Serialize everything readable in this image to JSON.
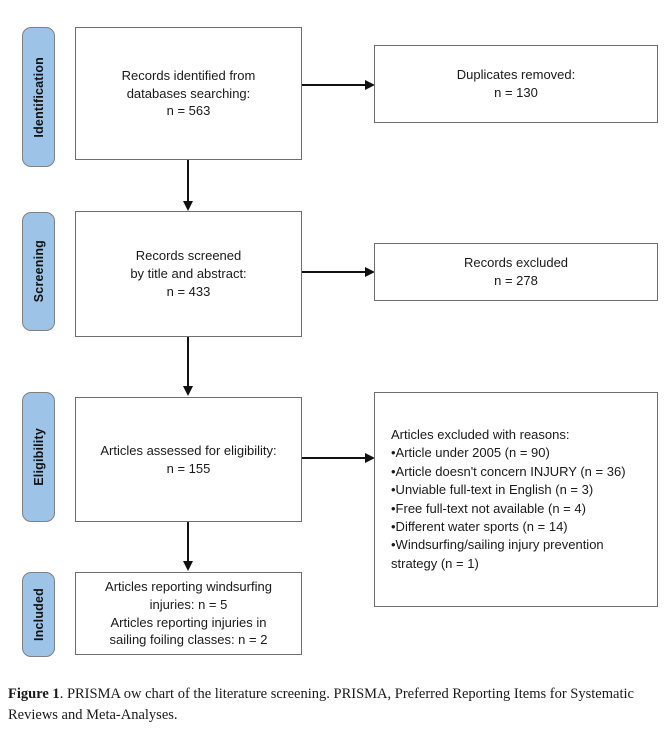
{
  "figure": {
    "caption_label": "Figure 1",
    "caption_text": ". PRISMA ow chart of the literature screening. PRISMA, Preferred Reporting Items for Systematic Reviews and Meta-Analyses."
  },
  "colors": {
    "stage_pill_fill": "#9dc3e6",
    "stage_pill_border": "#808080",
    "box_border": "#6e6e6e",
    "connector": "#111111",
    "background": "#ffffff"
  },
  "stages": [
    {
      "id": "identification",
      "label": "Identification"
    },
    {
      "id": "screening",
      "label": "Screening"
    },
    {
      "id": "eligibility",
      "label": "Eligibility"
    },
    {
      "id": "included",
      "label": "Included"
    }
  ],
  "boxes": {
    "records_identified": {
      "text": "Records identified from\ndatabases searching:\nn = 563"
    },
    "duplicates_removed": {
      "text": "Duplicates removed:\nn = 130"
    },
    "records_screened": {
      "text": "Records screened\nby title and abstract:\nn = 433"
    },
    "records_excluded": {
      "text": "Records excluded\nn = 278"
    },
    "articles_assessed": {
      "text": "Articles assessed for eligibility:\nn = 155"
    },
    "articles_excluded_reasons": {
      "text": "Articles excluded with reasons:\n•Article under 2005 (n = 90)\n•Article doesn't concern INJURY (n = 36)\n•Unviable full-text in English (n = 3)\n•Free full-text not available (n = 4)\n•Different water sports (n = 14)\n•Windsurfing/sailing injury prevention\nstrategy (n = 1)"
    },
    "articles_included": {
      "text": "Articles reporting windsurfing\ninjuries: n = 5\nArticles reporting injuries in\nsailing foiling classes: n = 2"
    }
  },
  "flow_data": {
    "type": "prisma-flow",
    "identified": 563,
    "duplicates_removed": 130,
    "screened": 433,
    "screened_excluded": 278,
    "assessed_for_eligibility": 155,
    "eligibility_exclusions": [
      {
        "reason": "Article under 2005",
        "n": 90
      },
      {
        "reason": "Article doesn't concern INJURY",
        "n": 36
      },
      {
        "reason": "Unviable full-text in English",
        "n": 3
      },
      {
        "reason": "Free full-text not available",
        "n": 4
      },
      {
        "reason": "Different water sports",
        "n": 14
      },
      {
        "reason": "Windsurfing/sailing injury prevention strategy",
        "n": 1
      }
    ],
    "included_windsurfing_injuries": 5,
    "included_sailing_foiling_injuries": 2
  }
}
